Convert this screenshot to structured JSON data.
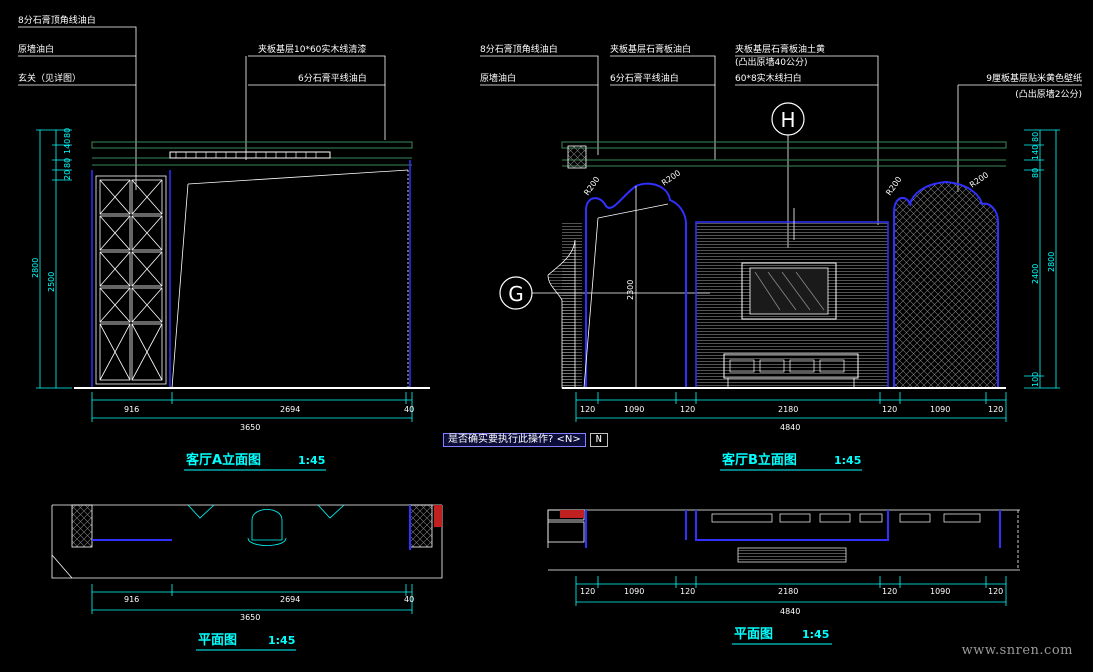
{
  "annotations_a": {
    "a1": "8分石膏顶角线油白",
    "a2": "原墙油白",
    "a3": "玄关（见详图）",
    "a4": "夹板基层10*60实木线清漆",
    "a5": "6分石膏平线油白"
  },
  "annotations_b": {
    "b1": "8分石膏顶角线油白",
    "b2": "原墙油白",
    "b3": "夹板基层石膏板油白",
    "b4": "6分石膏平线油白",
    "b5": "夹板基层石膏板油土黄",
    "b6": "(凸出原墙40公分)",
    "b7": "60*8实木线扫白",
    "b8": "9厘板基层贴米黄色壁纸",
    "b9": "(凸出原墙2公分)"
  },
  "dims_a_left": {
    "d1": "80",
    "d2": "140",
    "d3": "80",
    "d4": "20",
    "d5": "2800",
    "d6": "2500"
  },
  "dims_a_bottom": {
    "w1": "916",
    "w2": "2694",
    "w3": "40",
    "total": "3650"
  },
  "dims_b_right": {
    "d1": "80",
    "d2": "140",
    "d3": "80",
    "d4": "2400",
    "d5": "2800",
    "d6": "100"
  },
  "dims_b_bottom": {
    "w1": "120",
    "w2": "1090",
    "w3": "120",
    "w4": "2180",
    "w5": "120",
    "w6": "1090",
    "w7": "120",
    "total": "4840"
  },
  "dims_b_inner": {
    "h": "2300",
    "r1": "R200",
    "r2": "R200",
    "r3": "R200",
    "r4": "R200"
  },
  "markers": {
    "h": "H",
    "g": "G"
  },
  "titles": {
    "a_title": "客厅A立面图",
    "a_scale": "1:45",
    "b_title": "客厅B立面图",
    "b_scale": "1:45",
    "pa_title": "平面图",
    "pa_scale": "1:45",
    "pb_title": "平面图",
    "pb_scale": "1:45"
  },
  "dims_plan_a": {
    "w1": "916",
    "w2": "2694",
    "w3": "40",
    "total": "3650"
  },
  "dims_plan_b": {
    "w1": "120",
    "w2": "1090",
    "w3": "120",
    "w4": "2180",
    "w5": "120",
    "w6": "1090",
    "w7": "120",
    "total": "4840"
  },
  "prompt": {
    "text": "是否确实要执行此操作? <N>",
    "value": "N"
  },
  "watermark": "www.snren.com",
  "colors": {
    "background": "#000000",
    "annotation": "#ffffff",
    "dimension": "#00ffff",
    "wall": "#3030ff",
    "title": "#00ffff"
  }
}
